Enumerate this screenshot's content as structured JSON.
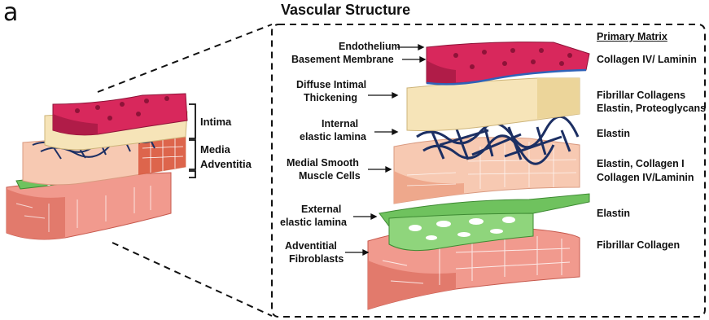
{
  "panel_letter": "a",
  "title": "Vascular Structure",
  "left_brackets": [
    "Intima",
    "Media",
    "Adventitia"
  ],
  "layer_labels": [
    "Endothelium",
    "Basement Membrane",
    "Diffuse Intimal",
    "Thickening",
    "Internal",
    "elastic lamina",
    "Medial Smooth",
    "Muscle Cells",
    "External",
    "elastic lamina",
    "Adventitial",
    "Fibroblasts"
  ],
  "matrix_header": "Primary Matrix",
  "matrix": [
    "Collagen IV/ Laminin",
    "Fibrillar Collagens",
    "Elastin, Proteoglycans",
    "Elastin",
    "Elastin, Collagen I",
    "Collagen IV/Laminin",
    "Elastin",
    "Fibrillar Collagen"
  ],
  "colors": {
    "intima_top": "#d8285c",
    "intima_side": "#b01c48",
    "basement": "#2f62b8",
    "thickening": "#f6e4b8",
    "elastin": "#1c2f63",
    "media": "#f7c9b2",
    "media_side": "#eea88c",
    "external_lamina": "#6fc25e",
    "adventitia": "#f19a8e",
    "adventitia_side": "#e27a6c"
  }
}
